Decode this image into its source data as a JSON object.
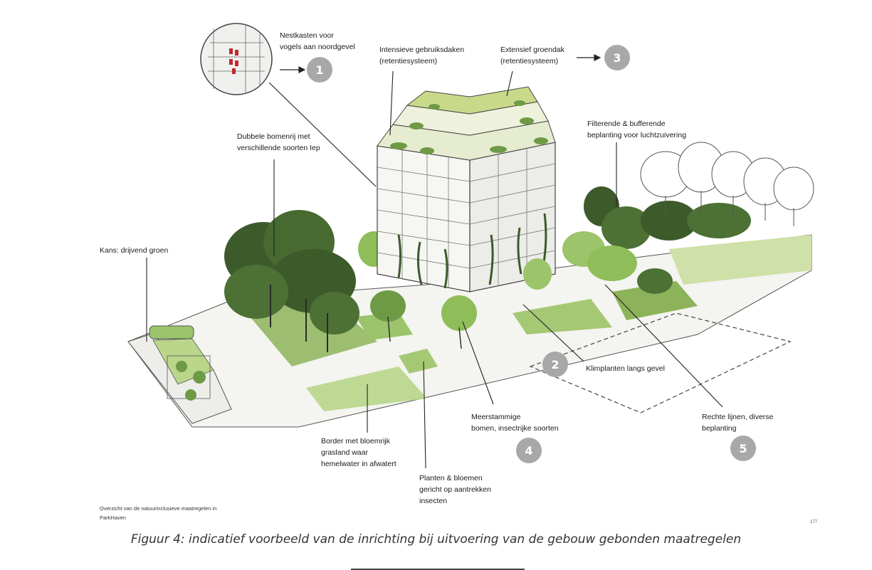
{
  "labels": {
    "nestkasten": "Nestkasten voor\nvogels aan noordgevel",
    "intensieve": "Intensieve gebruiksdaken\n(retentiesysteem)",
    "extensief": "Extensief groendak\n(retentiesysteem)",
    "dubbele": "Dubbele bomenrij met\nverschillende soorten Iep",
    "filterende": "Filterende & bufferende\nbeplanting voor luchtzuivering",
    "kans": "Kans: drijvend groen",
    "klimplanten": "Klimplanten langs gevel",
    "meerstammige": "Meerstammige\nbomen, insectrijke soorten",
    "rechte": "Rechte lijnen, diverse\nbeplanting",
    "border": "Border met bloemrijk\ngrasland waar\nhemelwater in afwatert",
    "planten": "Planten & bloemen\ngericht op aantrekken\ninsecten"
  },
  "badges": [
    "1",
    "2",
    "3",
    "4",
    "5"
  ],
  "credit": "Overzicht van de natuurinclusieve maatregelen in\nParkHaven",
  "page_number": "177",
  "caption": "Figuur 4: indicatief voorbeeld van de inrichting bij uitvoering van de gebouw gebonden maatregelen",
  "colors": {
    "dark_tree": "#3d5a2a",
    "mid_tree": "#5f8a3c",
    "light_tree": "#9cc46a",
    "roof_green": "#c9d98a",
    "badge": "#a8a8a8"
  }
}
